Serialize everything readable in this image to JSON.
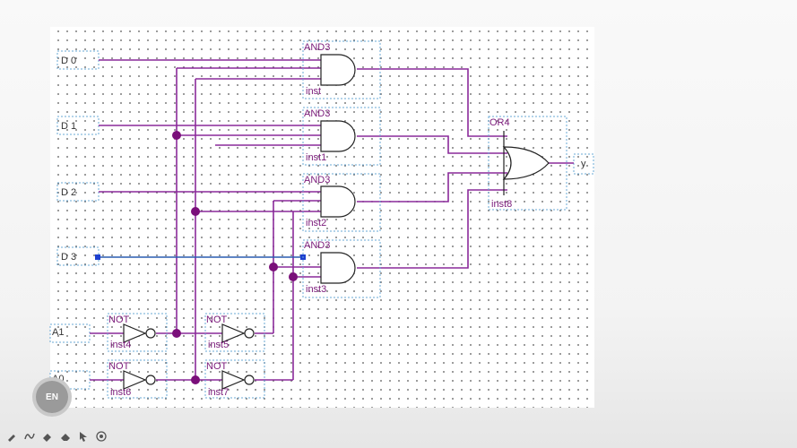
{
  "pins": {
    "d0": "D 0",
    "d1": "D 1",
    "d2": "D 2",
    "d3": "D 3",
    "a1": "A1",
    "a0": "A0",
    "y": "y"
  },
  "gates": {
    "and0": {
      "type": "AND3",
      "inst": "inst"
    },
    "and1": {
      "type": "AND3",
      "inst": "inst1"
    },
    "and2": {
      "type": "AND3",
      "inst": "inst2"
    },
    "and3": {
      "type": "AND3",
      "inst": "inst3"
    },
    "not4": {
      "type": "NOT",
      "inst": "inst4"
    },
    "not5": {
      "type": "NOT",
      "inst": "inst5"
    },
    "not6": {
      "type": "NOT",
      "inst": "inst6"
    },
    "not7": {
      "type": "NOT",
      "inst": "inst7"
    },
    "or8": {
      "type": "OR4",
      "inst": "inst8"
    }
  },
  "presenter_badge": "EN",
  "toolbar": [
    "pen-icon",
    "curve-icon",
    "highlighter-icon",
    "eraser-icon",
    "pointer-icon",
    "record-icon"
  ],
  "colors": {
    "wire": "#8a2a9a",
    "node": "#7a0f7a",
    "stub": "#2a5db0"
  }
}
